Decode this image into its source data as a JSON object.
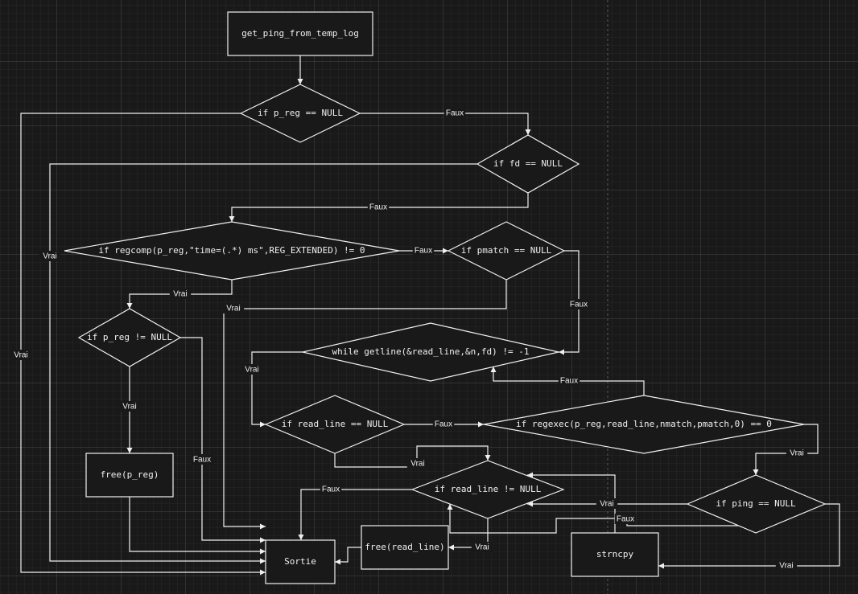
{
  "nodes": {
    "start": "get_ping_from_temp_log",
    "preg_null": "if p_reg == NULL",
    "fd_null": "if fd == NULL",
    "regcomp": "if regcomp(p_reg,\"time=(.*) ms\",REG_EXTENDED) != 0",
    "pmatch_null": "if pmatch == NULL",
    "preg_not_null": "if p_reg != NULL",
    "getline": "while getline(&read_line,&n,fd) != -1",
    "read_line_null": "if read_line == NULL",
    "regexec": "if regexec(p_reg,read_line,nmatch,pmatch,0) == 0",
    "free_preg": "free(p_reg)",
    "readline_not_null": "if read_line != NULL",
    "ping_null": "if ping == NULL",
    "sortie": "Sortie",
    "free_readline": "free(read_line)",
    "strncpy": "strncpy"
  },
  "labels": {
    "vrai": "Vrai",
    "faux": "Faux"
  }
}
